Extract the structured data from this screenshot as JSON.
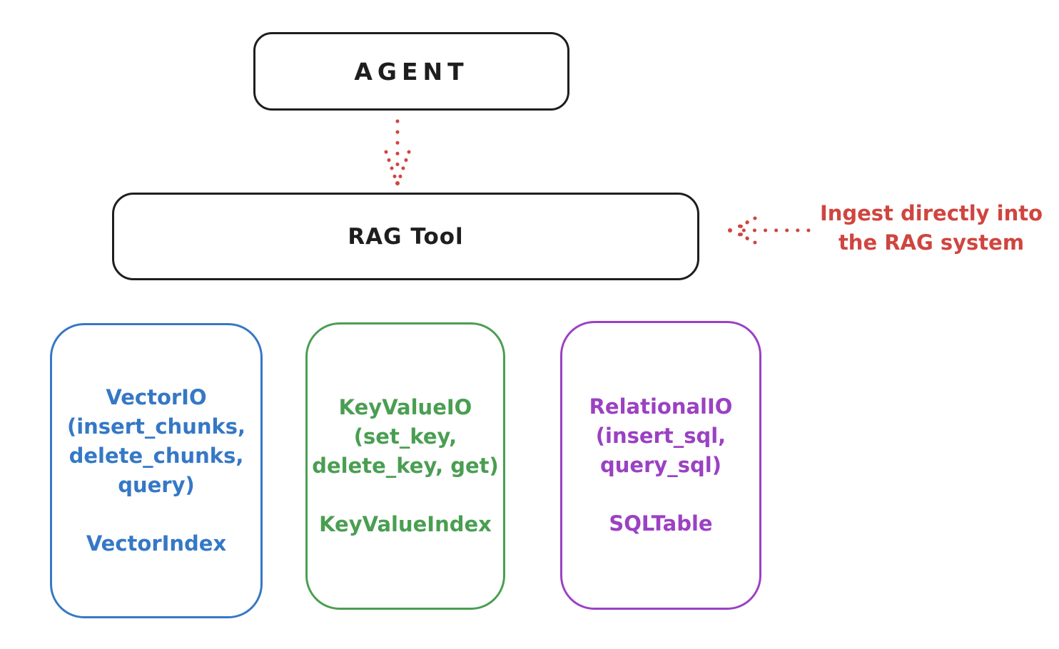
{
  "colors": {
    "ink": "#1e1e1e",
    "red": "#d0453f",
    "blue": "#3578c5",
    "green": "#4a9e52",
    "purple": "#9b41c3",
    "background": "#ffffff"
  },
  "nodes": {
    "agent": {
      "label": "AGENT"
    },
    "rag_tool": {
      "label": "RAG Tool"
    },
    "vector_io": {
      "lines": [
        "VectorIO",
        "(insert_chunks,",
        "delete_chunks,",
        "query)"
      ],
      "index_label": "VectorIndex"
    },
    "key_value_io": {
      "lines": [
        "KeyValueIO",
        "(set_key,",
        "delete_key, get)"
      ],
      "index_label": "KeyValueIndex"
    },
    "relational_io": {
      "lines": [
        "RelationalIO",
        "(insert_sql,",
        "query_sql)"
      ],
      "index_label": "SQLTable"
    }
  },
  "annotation": {
    "lines": [
      "Ingest directly into",
      "the RAG system"
    ]
  }
}
